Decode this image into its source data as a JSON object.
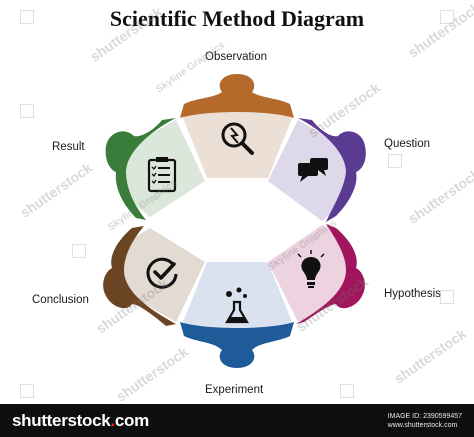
{
  "title": "Scientific Method Diagram",
  "steps": [
    {
      "label": "Observation",
      "color": "#b46a2a",
      "light": "#ece0d6",
      "icon": "magnifier-gear-icon"
    },
    {
      "label": "Question",
      "color": "#5b3a91",
      "light": "#ddd8ea",
      "icon": "chat-bubbles-icon"
    },
    {
      "label": "Hypothesis",
      "color": "#a0155c",
      "light": "#ecd3df",
      "icon": "lightbulb-icon"
    },
    {
      "label": "Experiment",
      "color": "#1f5a99",
      "light": "#d9e2ee",
      "icon": "flask-icon"
    },
    {
      "label": "Conclusion",
      "color": "#6b4424",
      "light": "#e3dad2",
      "icon": "check-circle-icon"
    },
    {
      "label": "Result",
      "color": "#3a7d3a",
      "light": "#dbe7da",
      "icon": "clipboard-checklist-icon"
    }
  ],
  "watermarks": [
    "shutterstock",
    "Skyline Graphics"
  ],
  "footer": {
    "brand_main": "shutterstock",
    "brand_dot": ".",
    "brand_tail": "com",
    "image_id": "IMAGE ID: 2390599457",
    "site": "www.shutterstock.com"
  }
}
